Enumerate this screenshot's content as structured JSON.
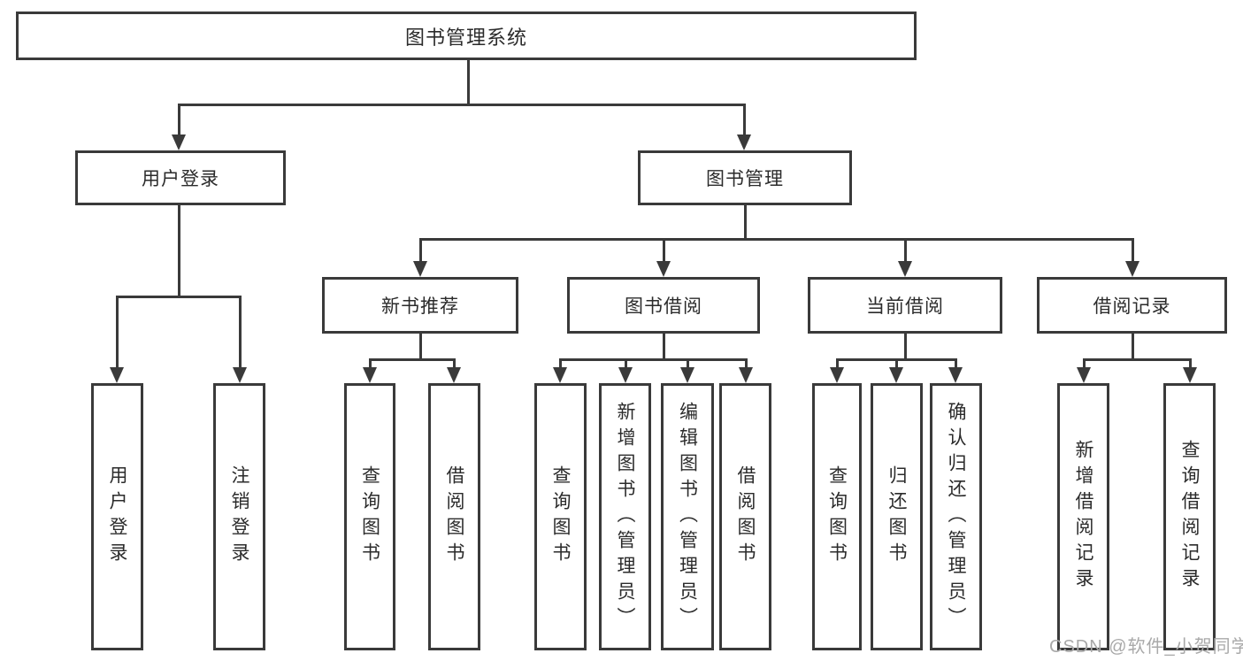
{
  "tree": {
    "label": "图书管理系统",
    "children": [
      {
        "label": "用户登录",
        "children": [
          {
            "label": "用户登录"
          },
          {
            "label": "注销登录"
          }
        ]
      },
      {
        "label": "图书管理",
        "children": [
          {
            "label": "新书推荐",
            "children": [
              {
                "label": "查询图书"
              },
              {
                "label": "借阅图书"
              }
            ]
          },
          {
            "label": "图书借阅",
            "children": [
              {
                "label": "查询图书"
              },
              {
                "label": "新增图书（管理员）"
              },
              {
                "label": "编辑图书（管理员）"
              },
              {
                "label": "借阅图书"
              }
            ]
          },
          {
            "label": "当前借阅",
            "children": [
              {
                "label": "查询图书"
              },
              {
                "label": "归还图书"
              },
              {
                "label": "确认归还（管理员）"
              }
            ]
          },
          {
            "label": "借阅记录",
            "children": [
              {
                "label": "新增借阅记录"
              },
              {
                "label": "查询借阅记录"
              }
            ]
          }
        ]
      }
    ]
  },
  "watermark": {
    "text": "CSDN @软件_小贺同学"
  },
  "colors": {
    "line": "#3a3a3a",
    "text": "#2b2b2b",
    "watermark": "#a9a9a9",
    "background": "#ffffff"
  }
}
